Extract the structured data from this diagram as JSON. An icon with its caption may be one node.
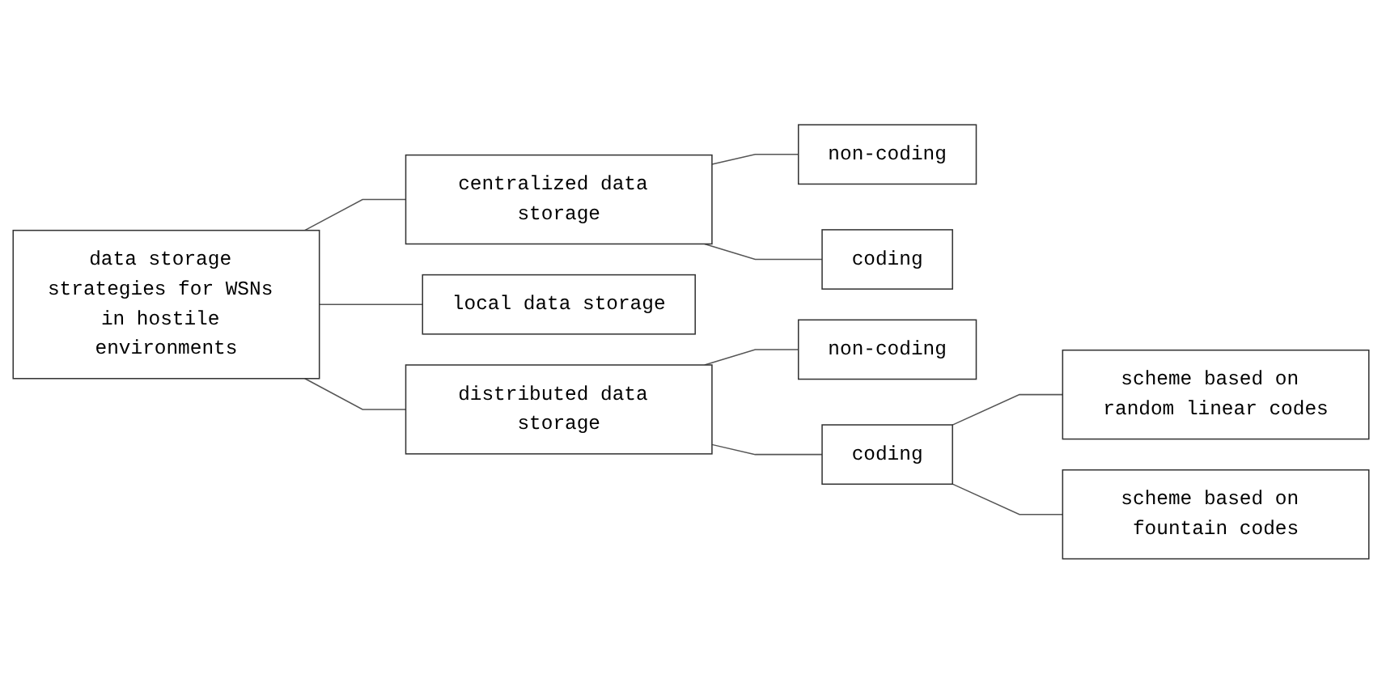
{
  "diagram": {
    "nodes": [
      {
        "text": [
          "data storage strategies for WSNs in hostile environments"
        ]
      },
      {
        "text": [
          "centralized data storage"
        ]
      },
      {
        "text": [
          "local data storage"
        ]
      },
      {
        "text": [
          "distributed data storage"
        ]
      },
      {
        "text": [
          "non-coding"
        ]
      },
      {
        "text": [
          "coding"
        ]
      },
      {
        "text": [
          "non-coding"
        ]
      },
      {
        "text": [
          "coding"
        ]
      },
      {
        "text": [
          "scheme based on random linear codes"
        ]
      },
      {
        "text": [
          "scheme based on fountain codes"
        ]
      }
    ],
    "edges": [
      {
        "from": 0,
        "to": 1,
        "arrow": "none"
      },
      {
        "from": 0,
        "to": 2,
        "arrow": "none"
      },
      {
        "from": 0,
        "to": 3,
        "arrow": "none"
      },
      {
        "from": 1,
        "to": 4,
        "arrow": "none"
      },
      {
        "from": 1,
        "to": 5,
        "arrow": "none"
      },
      {
        "from": 3,
        "to": 6,
        "arrow": "none"
      },
      {
        "from": 3,
        "to": 7,
        "arrow": "none"
      },
      {
        "from": 7,
        "to": 8,
        "arrow": "none"
      },
      {
        "from": 7,
        "to": 9,
        "arrow": "none"
      }
    ]
  }
}
